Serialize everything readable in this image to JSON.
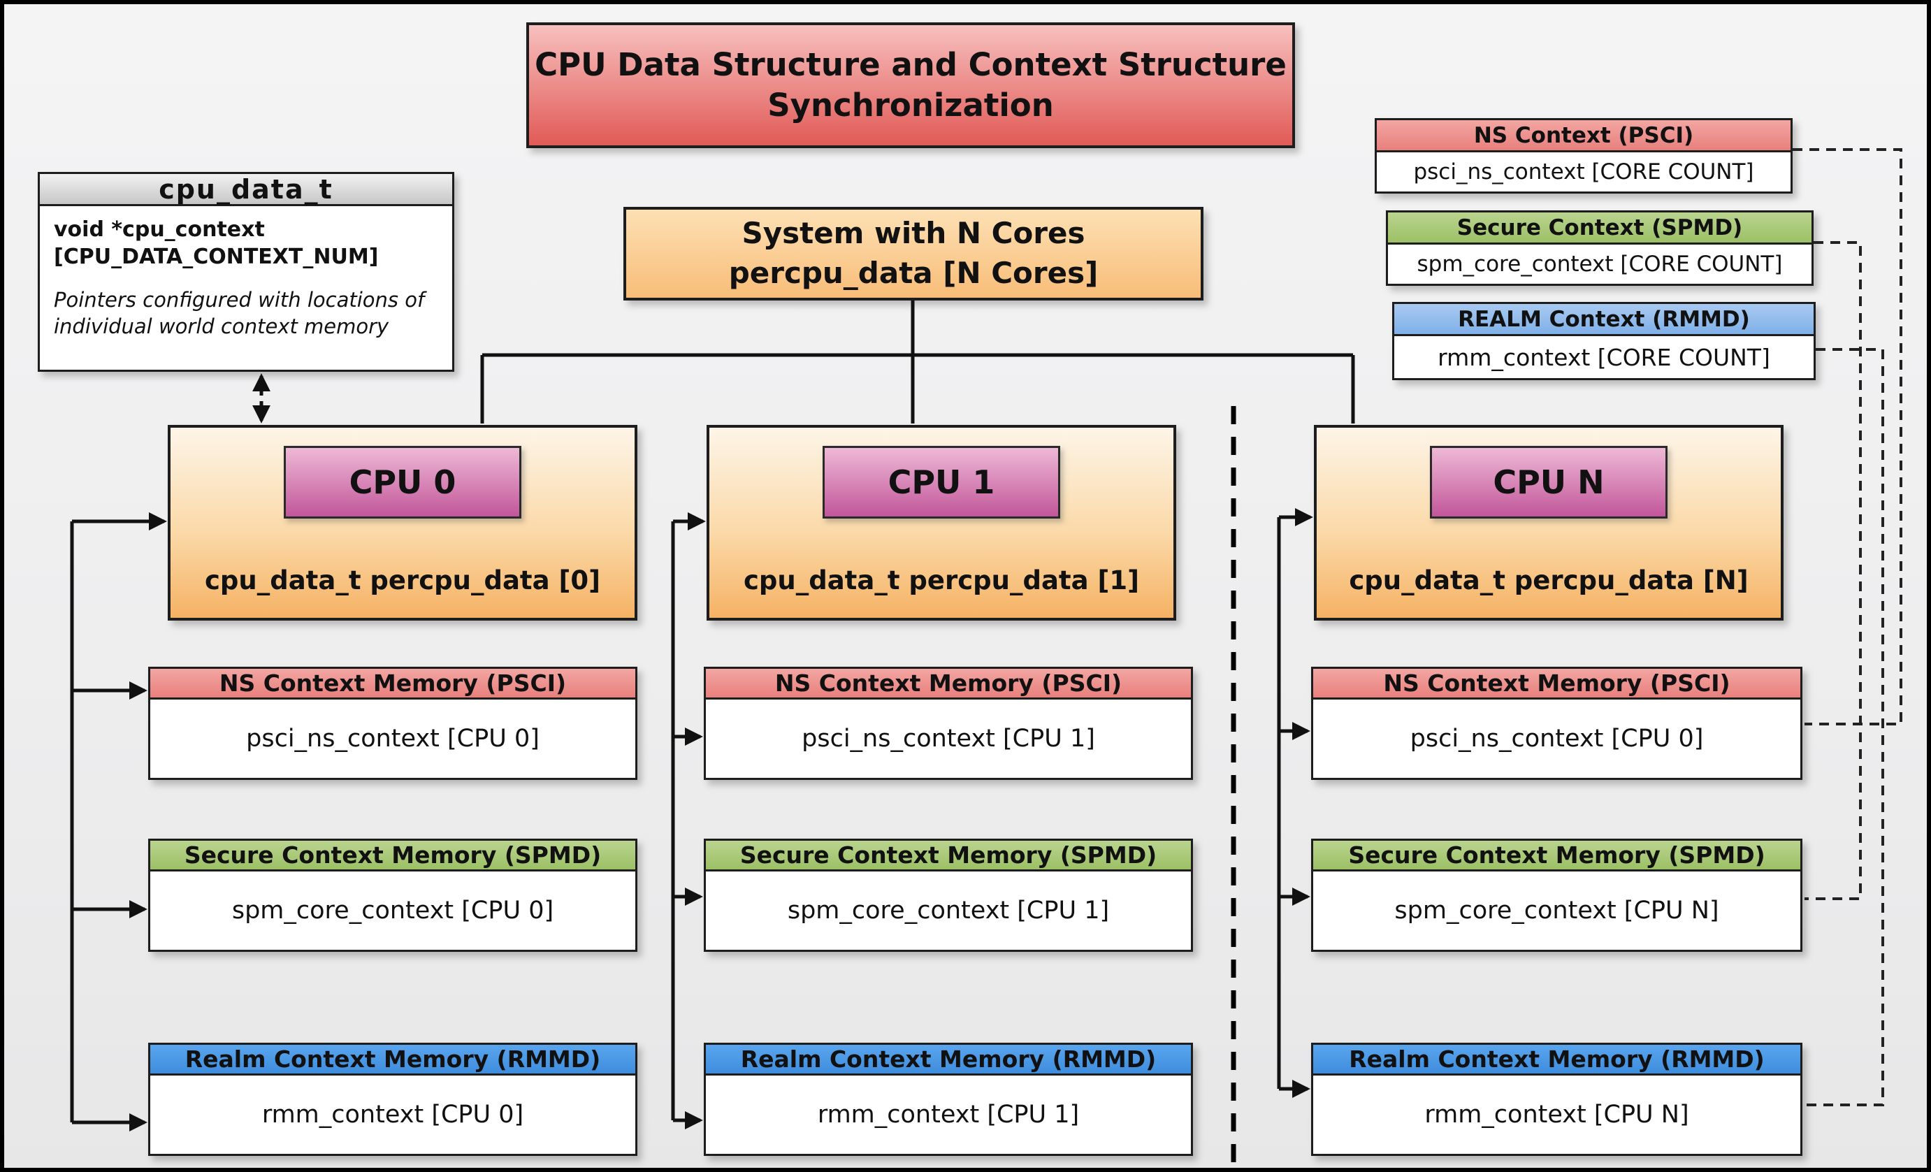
{
  "title": {
    "line1": "CPU Data Structure and Context Structure",
    "line2": "Synchronization"
  },
  "cpu_data_struct": {
    "header": "cpu_data_t",
    "field": "void  *cpu_context [CPU_DATA_CONTEXT_NUM]",
    "note": "Pointers configured with locations of individual world context memory"
  },
  "system_box": {
    "line1": "System with N Cores",
    "line2": "percpu_data [N Cores]"
  },
  "legend": [
    {
      "title": "NS Context  (PSCI)",
      "body": "psci_ns_context [CORE COUNT]"
    },
    {
      "title": "Secure Context (SPMD)",
      "body": "spm_core_context [CORE COUNT]"
    },
    {
      "title": "REALM Context (RMMD)",
      "body": "rmm_context [CORE COUNT]"
    }
  ],
  "cpus": [
    {
      "name": "CPU 0",
      "data_label": "cpu_data_t percpu_data [0]",
      "ns": {
        "header": "NS Context Memory (PSCI)",
        "body": "psci_ns_context [CPU 0]"
      },
      "secure": {
        "header": "Secure Context Memory (SPMD)",
        "body": "spm_core_context [CPU 0]"
      },
      "realm": {
        "header": "Realm Context Memory (RMMD)",
        "body": "rmm_context [CPU 0]"
      }
    },
    {
      "name": "CPU 1",
      "data_label": "cpu_data_t percpu_data [1]",
      "ns": {
        "header": "NS Context Memory (PSCI)",
        "body": "psci_ns_context [CPU 1]"
      },
      "secure": {
        "header": "Secure Context Memory (SPMD)",
        "body": "spm_core_context [CPU 1]"
      },
      "realm": {
        "header": "Realm Context Memory (RMMD)",
        "body": "rmm_context [CPU 1]"
      }
    },
    {
      "name": "CPU N",
      "data_label": "cpu_data_t percpu_data [N]",
      "ns": {
        "header": "NS Context Memory (PSCI)",
        "body": "psci_ns_context [CPU 0]"
      },
      "secure": {
        "header": "Secure Context Memory (SPMD)",
        "body": "spm_core_context [CPU N]"
      },
      "realm": {
        "header": "Realm Context Memory (RMMD)",
        "body": "rmm_context [CPU N]"
      }
    }
  ],
  "colors": {
    "title-top": "#f7c0be",
    "title-bottom": "#e15a57",
    "ns-top": "#f3a6a3",
    "ns-bottom": "#e8807c",
    "secure-top": "#bad48f",
    "secure-bottom": "#9cc066",
    "realm-top": "#5aa5ee",
    "realm-bottom": "#3e8ddd",
    "realm-legend-top": "#a9caf1",
    "realm-legend-bottom": "#7fb0e8",
    "cpu-box-top": "#fdf5e8",
    "cpu-box-bottom": "#f5b264",
    "cpu-inner-top": "#eeb9d6",
    "cpu-inner-bottom": "#c2569a",
    "system-top": "#fde0b4",
    "system-bottom": "#f8bd78",
    "struct-header-top": "#f2f2f2",
    "struct-header-bottom": "#c7c7c7",
    "line": "#111111"
  }
}
